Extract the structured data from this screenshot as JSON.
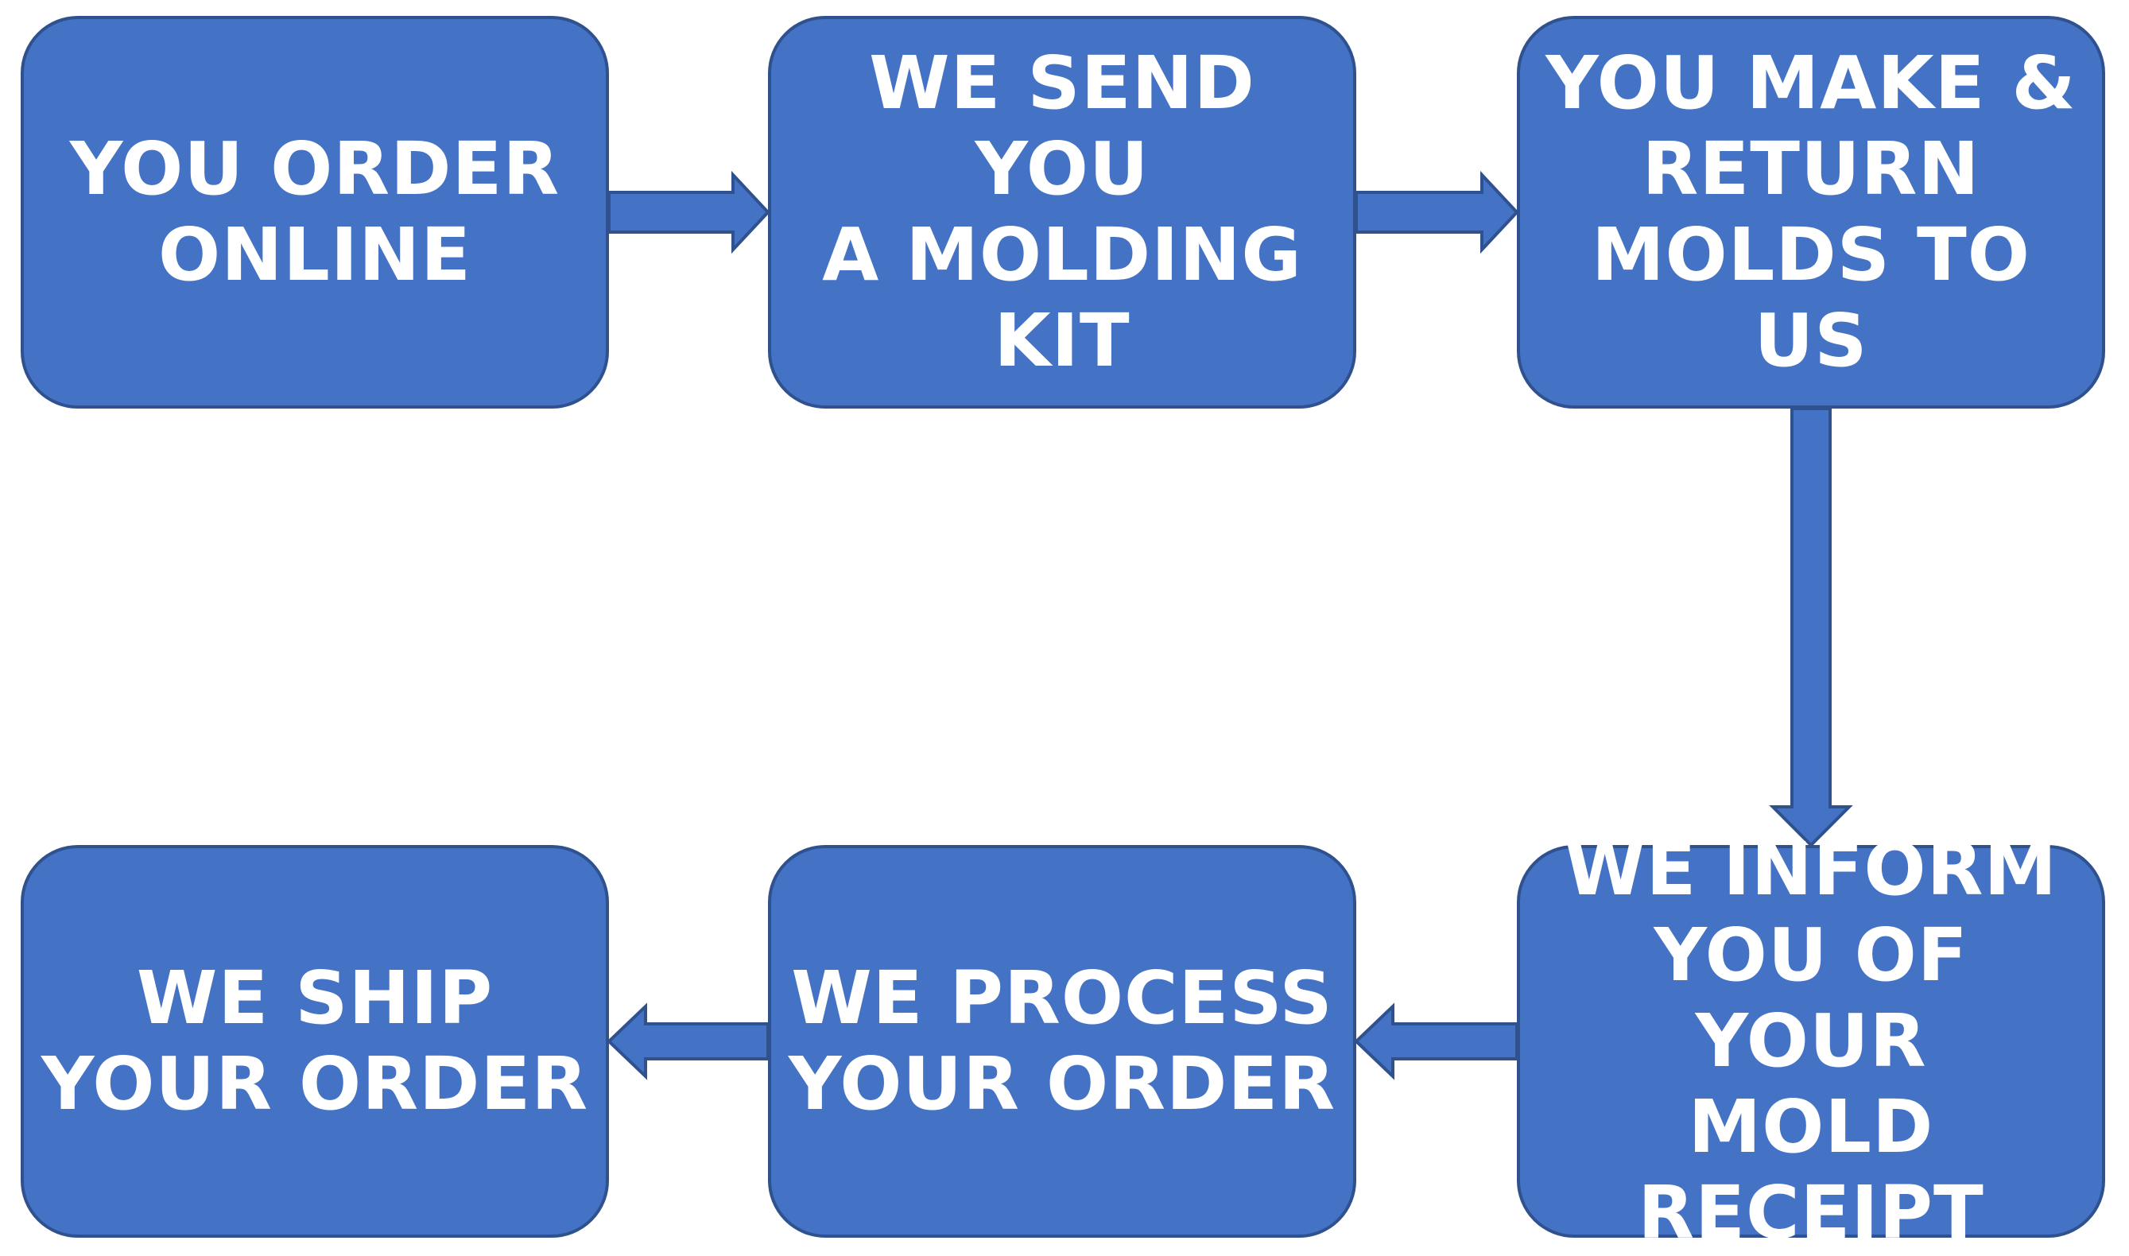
{
  "steps": [
    {
      "label": "YOU ORDER\nONLINE"
    },
    {
      "label": "WE SEND YOU\nA MOLDING\nKIT"
    },
    {
      "label": "YOU MAKE &\nRETURN\nMOLDS TO US"
    },
    {
      "label": "WE INFORM\nYOU OF YOUR\nMOLD\nRECEIPT"
    },
    {
      "label": "WE PROCESS\nYOUR ORDER"
    },
    {
      "label": "WE SHIP\nYOUR ORDER"
    }
  ],
  "colors": {
    "box_fill": "#4472C4",
    "box_border": "#2F528F",
    "text": "#FFFFFF"
  }
}
